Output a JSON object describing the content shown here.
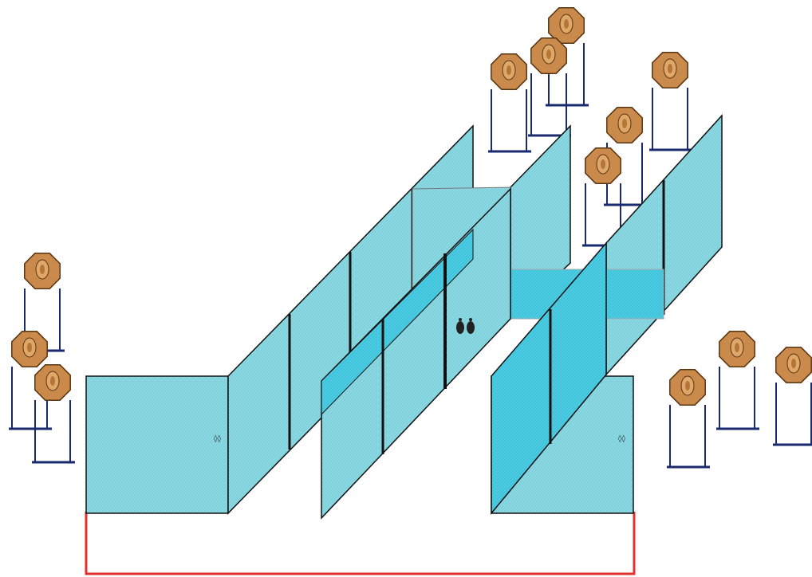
{
  "diagram": {
    "colors": {
      "panel_fill": "#7fd2dc",
      "panel_fill_dark": "#3ec4dc",
      "panel_edge": "#111111",
      "target_face": "#c98a4b",
      "target_edge": "#5a3512",
      "stand": "#1a2a6e",
      "start_line": "#e03030",
      "footprint": "#222222"
    },
    "targets": [
      {
        "id": "target-top-1"
      },
      {
        "id": "target-top-2"
      },
      {
        "id": "target-top-3"
      },
      {
        "id": "target-top-4"
      },
      {
        "id": "target-top-5"
      },
      {
        "id": "target-top-6"
      },
      {
        "id": "target-left-1"
      },
      {
        "id": "target-left-2"
      },
      {
        "id": "target-left-3"
      },
      {
        "id": "target-right-1"
      },
      {
        "id": "target-right-2"
      },
      {
        "id": "target-right-3"
      }
    ],
    "icons": {
      "footprints": "footprints-icon",
      "target": "steel-target-icon"
    }
  }
}
